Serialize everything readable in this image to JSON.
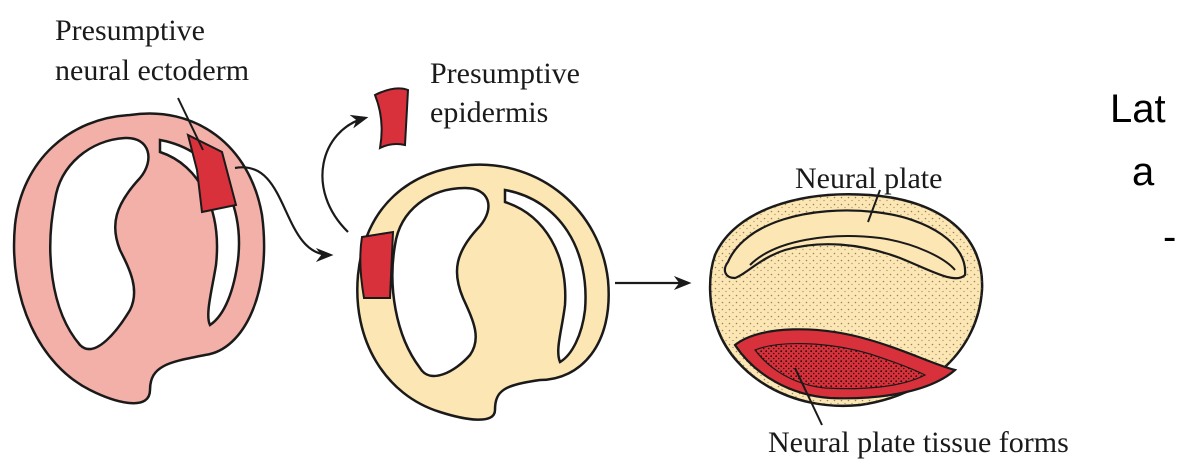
{
  "labels": {
    "presumptive_neural_ectoderm_line1": "Presumptive",
    "presumptive_neural_ectoderm_line2": "neural ectoderm",
    "presumptive_epidermis_line1": "Presumptive",
    "presumptive_epidermis_line2": "epidermis",
    "neural_plate": "Neural plate",
    "neural_plate_tissue_forms": "Neural plate tissue forms"
  },
  "side_text": {
    "line1": "Lat",
    "line2": "a",
    "line3": "-"
  },
  "colors": {
    "donor_embryo": "#f2b0a8",
    "host_embryo": "#fbe6b4",
    "graft": "#d9313b",
    "outline": "#1a1a1a"
  }
}
